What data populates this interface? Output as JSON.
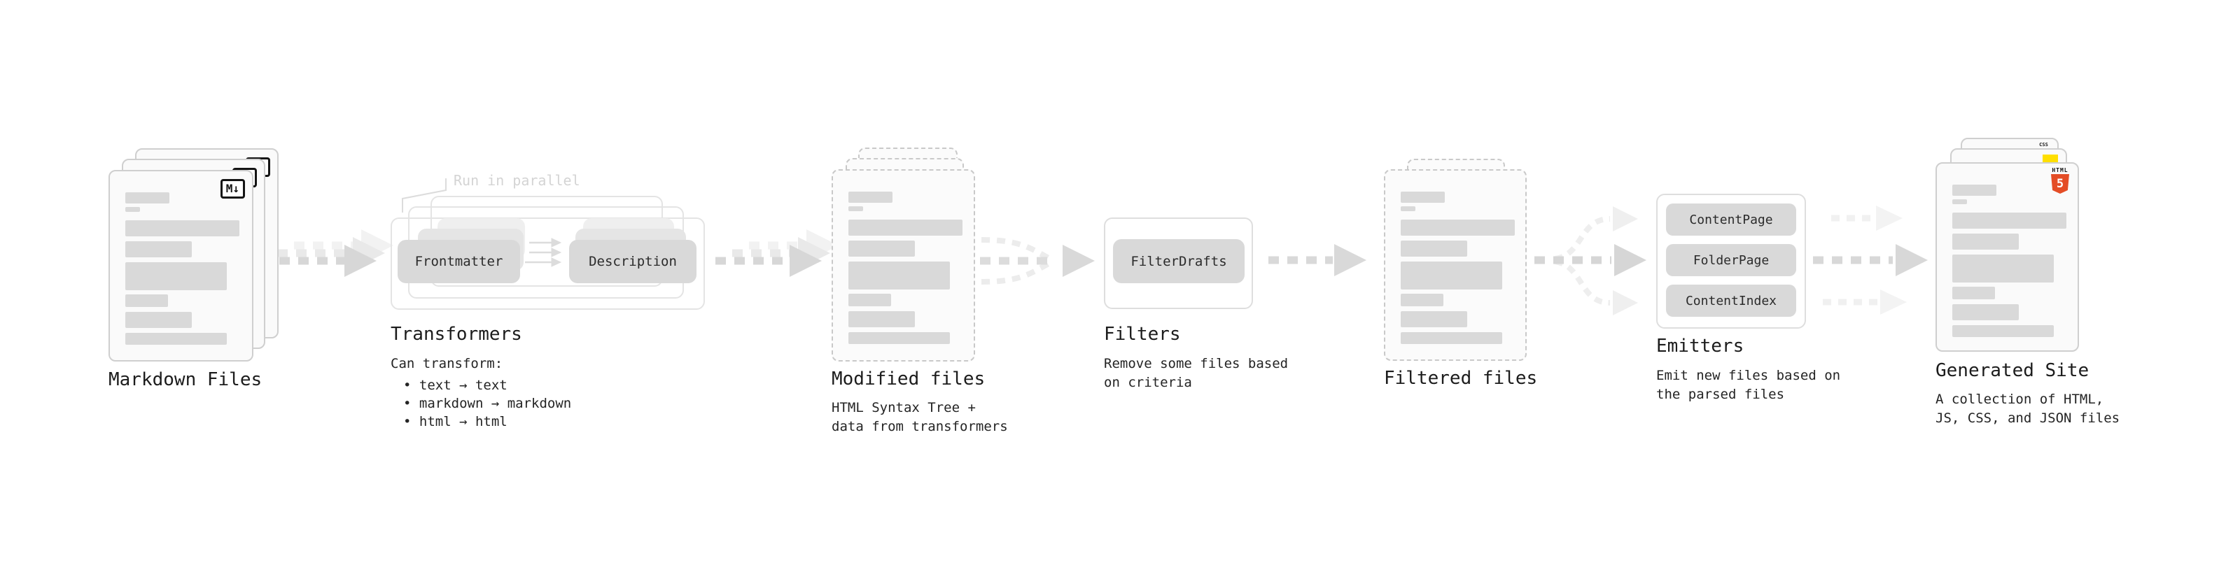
{
  "stages": {
    "markdown_files": {
      "title": "Markdown Files",
      "badge": "M↓"
    },
    "transformers": {
      "title": "Transformers",
      "note": "Run in parallel",
      "pill_left": "Frontmatter",
      "pill_right": "Description",
      "desc_heading": "Can transform:",
      "bullets": [
        "• text → text",
        "• markdown → markdown",
        "• html → html"
      ]
    },
    "modified_files": {
      "title": "Modified files",
      "desc": "HTML Syntax Tree +\ndata from transformers"
    },
    "filters": {
      "title": "Filters",
      "pill": "FilterDrafts",
      "desc": "Remove some files based\non criteria"
    },
    "filtered_files": {
      "title": "Filtered files"
    },
    "emitters": {
      "title": "Emitters",
      "pills": [
        "ContentPage",
        "FolderPage",
        "ContentIndex"
      ],
      "desc": "Emit new files based on\nthe parsed files"
    },
    "generated_site": {
      "title": "Generated Site",
      "desc": "A collection of HTML,\nJS, CSS, and JSON files",
      "badges": {
        "html_top": "HTML",
        "html_five": "5",
        "css": "CSS"
      }
    }
  },
  "colors": {
    "html5_orange": "#e44d26",
    "js_yellow": "#ffdf00",
    "css_blue": "#2965f1",
    "arrow_gray": "#d8d8d8",
    "text_dark": "#1c1c1c"
  }
}
